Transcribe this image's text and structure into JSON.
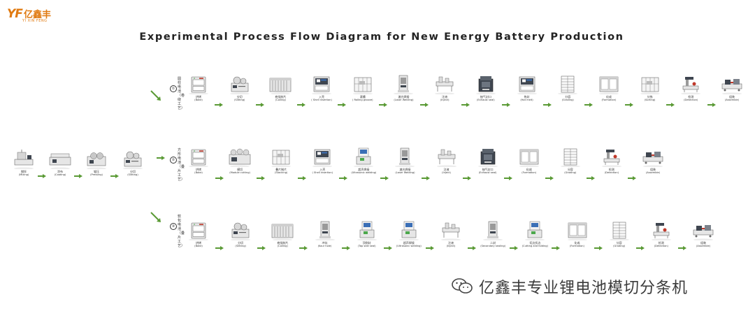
{
  "logo": {
    "mark": "YF",
    "cn": "亿鑫丰",
    "en": "YI XIN FENG"
  },
  "title": "Experimental Process Flow Diagram for New Energy Battery Production",
  "branch_labels": [
    {
      "num": "①",
      "text": "圆柱电池（卷绕工艺）"
    },
    {
      "num": "②",
      "text": "方形电池（叠片工艺）"
    },
    {
      "num": "③",
      "text": "软包电池（叠片工艺）"
    }
  ],
  "prep_steps": [
    {
      "label": "搅拌",
      "en": "(Mixing)",
      "icon": "mixer"
    },
    {
      "label": "涂布",
      "en": "(Coating)",
      "icon": "coater"
    },
    {
      "label": "辊压",
      "en": "(Pressing)",
      "icon": "roller-press"
    },
    {
      "label": "分切",
      "en": "(Slitting)",
      "icon": "slitter"
    }
  ],
  "row1_steps": [
    {
      "label": "烘烤",
      "en": "(Bake)",
      "icon": "oven"
    },
    {
      "label": "分切",
      "en": "(Slitting)",
      "icon": "slitter"
    },
    {
      "label": "卷绕制片",
      "en": "(Coiling)",
      "icon": "winding-line"
    },
    {
      "label": "入壳",
      "en": "( Shell insertion)",
      "icon": "cabinet"
    },
    {
      "label": "滚槽",
      "en": "( Rolling groove)",
      "icon": "enclosure"
    },
    {
      "label": "激光焊接",
      "en": "(Laser Welding)",
      "icon": "tower"
    },
    {
      "label": "注液",
      "en": "(Inject)",
      "icon": "filler"
    },
    {
      "label": "抽气封口",
      "en": "(Exhaust seal)",
      "icon": "box-machine"
    },
    {
      "label": "热封",
      "en": "(Hot melt)",
      "icon": "cabinet"
    },
    {
      "label": "分容",
      "en": "(Grading)",
      "icon": "rack"
    },
    {
      "label": "化成",
      "en": "(Formation)",
      "icon": "formation"
    },
    {
      "label": "分拣",
      "en": "(Sorting)",
      "icon": "enclosure"
    },
    {
      "label": "检测",
      "en": "(Detection)",
      "icon": "bench"
    },
    {
      "label": "组装",
      "en": "(Assemble)",
      "icon": "assembly"
    }
  ],
  "row2_steps": [
    {
      "label": "烘烤",
      "en": "(Bake)",
      "icon": "oven"
    },
    {
      "label": "模切",
      "en": "(Module cutting)",
      "icon": "die-cutter"
    },
    {
      "label": "叠片制片",
      "en": "(Stacking)",
      "icon": "enclosure"
    },
    {
      "label": "入壳",
      "en": "( Shell insertion)",
      "icon": "cabinet"
    },
    {
      "label": "超声焊接",
      "en": "(Ultrasonic welding)",
      "icon": "welder"
    },
    {
      "label": "激光焊接",
      "en": "(Laser Welding)",
      "icon": "tower"
    },
    {
      "label": "注液",
      "en": "(Inject)",
      "icon": "filler"
    },
    {
      "label": "抽气封口",
      "en": "(Exhaust seal)",
      "icon": "box-machine"
    },
    {
      "label": "化成",
      "en": "(Formation)",
      "icon": "formation"
    },
    {
      "label": "分容",
      "en": "(Grading)",
      "icon": "rack"
    },
    {
      "label": "检测",
      "en": "(Detection)",
      "icon": "bench"
    },
    {
      "label": "组装",
      "en": "(Assemble)",
      "icon": "assembly"
    }
  ],
  "row3_steps": [
    {
      "label": "烘烤",
      "en": "(Bake)",
      "icon": "oven"
    },
    {
      "label": "分切",
      "en": "(Slitting)",
      "icon": "slitter"
    },
    {
      "label": "卷绕制片",
      "en": "(Coiling)",
      "icon": "winding-line"
    },
    {
      "label": "冲坑",
      "en": "(Kour hole)",
      "icon": "tower"
    },
    {
      "label": "顶侧封",
      "en": "(Top side seal)",
      "icon": "welder"
    },
    {
      "label": "超声焊接",
      "en": "(Ultrasonic welding)",
      "icon": "welder"
    },
    {
      "label": "注液",
      "en": "(Inject)",
      "icon": "filler"
    },
    {
      "label": "二封",
      "en": "(Secondary sealing)",
      "icon": "tower"
    },
    {
      "label": "切边折边",
      "en": "(Cutting and folding)",
      "icon": "welder"
    },
    {
      "label": "化成",
      "en": "(Formation)",
      "icon": "formation"
    },
    {
      "label": "分容",
      "en": "(Grading)",
      "icon": "rack"
    },
    {
      "label": "检测",
      "en": "(Detection)",
      "icon": "bench"
    },
    {
      "label": "组装",
      "en": "(Assemble)",
      "icon": "assembly"
    }
  ],
  "colors": {
    "arrow": "#5a9a35",
    "machine_body": "#e6e6e6",
    "machine_edge": "#6b6b6b",
    "panel": "#3f4650",
    "accent_red": "#c0392b",
    "accent_blue": "#3b6fb6",
    "accent_green": "#4ca84c"
  },
  "watermark": {
    "icon": "wechat-icon",
    "text": "亿鑫丰专业锂电池模切分条机"
  }
}
